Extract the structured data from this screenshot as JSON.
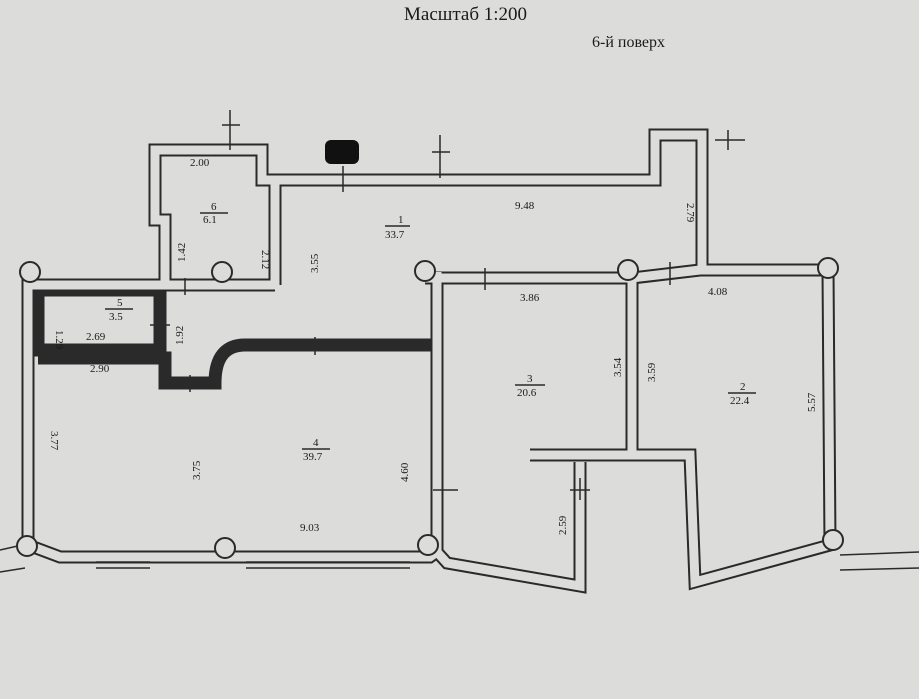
{
  "header": {
    "scale": "Масштаб 1:200",
    "floor": "6-й поверх"
  },
  "rooms": [
    {
      "number": "1",
      "area": "33.7"
    },
    {
      "number": "2",
      "area": "22.4"
    },
    {
      "number": "3",
      "area": "20.6"
    },
    {
      "number": "4",
      "area": "39.7"
    },
    {
      "number": "5",
      "area": "3.5"
    },
    {
      "number": "6",
      "area": "6.1"
    }
  ],
  "dimensions": {
    "r6_top": "2.00",
    "r6_left": "1.42",
    "r6_right": "2.12",
    "r1_height": "3.55",
    "r1_width": "9.48",
    "r1_right": "2.79",
    "r5_height": "1.29",
    "r5_width": "2.69",
    "hall": "1.92",
    "r4_top": "2.90",
    "r4_left": "3.77",
    "r4_inner": "3.75",
    "r4_right": "4.60",
    "r4_bottom": "9.03",
    "r3_top": "3.86",
    "r3_right": "3.54",
    "r3_bottom": "2.59",
    "r2_left": "3.59",
    "r2_top": "4.08",
    "r2_right": "5.57"
  }
}
